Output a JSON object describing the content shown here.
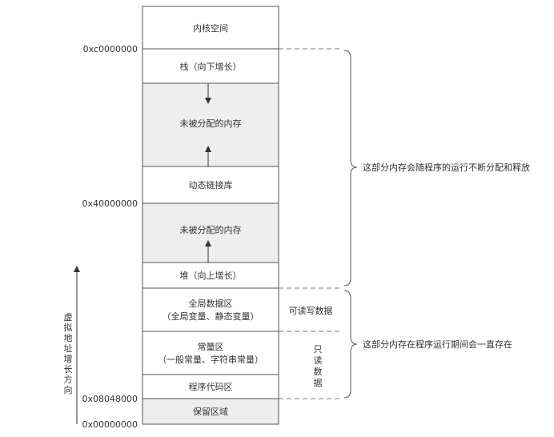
{
  "segments": {
    "kernel": "内核空间",
    "stack": "栈（向下增长）",
    "unallocated_upper": "未被分配的内存",
    "shared_libs": "动态链接库",
    "unallocated_lower": "未被分配的内存",
    "heap": "堆（向上增长）",
    "global_data_line1": "全局数据区",
    "global_data_line2": "（全局变量、静态变量）",
    "constants_line1": "常量区",
    "constants_line2": "（一般常量、字符串常量）",
    "code": "程序代码区",
    "reserved": "保留区域"
  },
  "addresses": {
    "kernel_start": "0xc0000000",
    "shared_libs_start": "0x40000000",
    "code_start": "0x08048000",
    "zero": "0x00000000"
  },
  "notes": {
    "readwrite": "可读写数据",
    "readonly": [
      "只",
      "读",
      "数",
      "据"
    ],
    "dynamic_region": "这部分内存会随程序的运行不断分配和释放",
    "static_region": "这部分内存在程序运行期间会一直存在"
  },
  "axis": {
    "label_chars": [
      "虚",
      "拟",
      "地",
      "址",
      "增",
      "长",
      "方",
      "向"
    ]
  },
  "colors": {
    "stroke": "#555555",
    "gray_fill": "#eeeeee",
    "text": "#333333",
    "dash": "#777777"
  }
}
